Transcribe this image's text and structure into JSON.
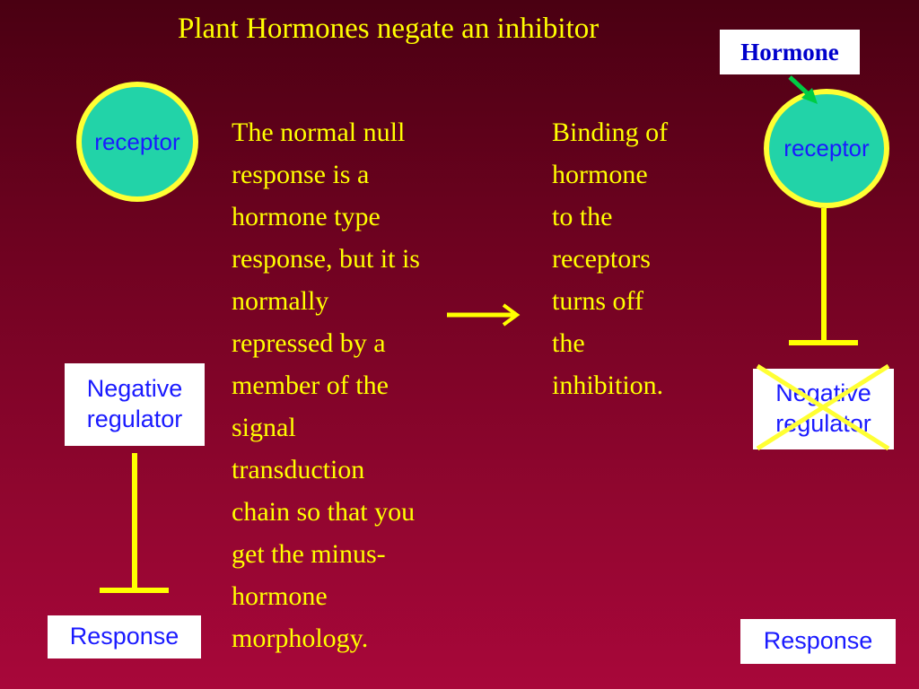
{
  "title": "Plant Hormones negate an inhibitor",
  "hormone_label": "Hormone",
  "left_pathway": {
    "receptor": "receptor",
    "negative_regulator": "Negative\nregulator",
    "response": "Response"
  },
  "right_pathway": {
    "receptor": "receptor",
    "negative_regulator": "Negative\nregulator",
    "response": "Response"
  },
  "text_left": "The normal null\nresponse is a\nhormone type\nresponse, but it is\nnormally\nrepressed by a\nmember of the\nsignal\ntransduction\nchain so that you\nget the minus-\nhormone\nmorphology.",
  "text_right": "Binding of\nhormone\nto the\nreceptors\nturns off\nthe\ninhibition.",
  "colors": {
    "title_text": "#ffff00",
    "receptor_fill": "#22d3a8",
    "receptor_border": "#ffff33",
    "box_text": "#1a1aff",
    "hormone_arrow": "#00cc44",
    "inhibition_lines": "#ffff00"
  }
}
